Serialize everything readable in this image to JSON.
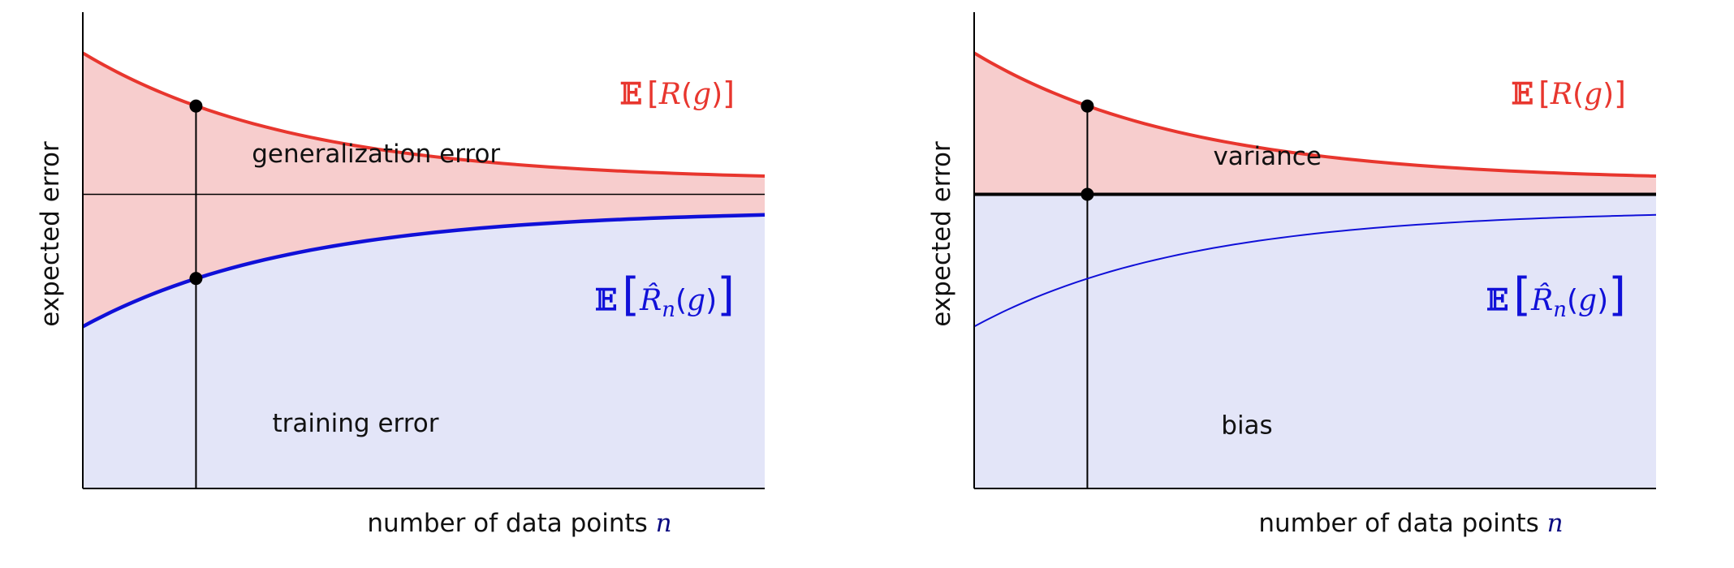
{
  "colors": {
    "test_line": "#e8362e",
    "test_fill": "#f7cdcd",
    "train_line": "#1010d8",
    "train_fill": "#e3e5f8",
    "axis": "#000000",
    "xlabel_var": "#0a0a80"
  },
  "chart_data": [
    {
      "type": "area",
      "ylabel": "expected error",
      "xlabel": "number of data points",
      "xlabel_var": "n",
      "xlim": [
        0,
        1
      ],
      "ylim": [
        0,
        1
      ],
      "grid": false,
      "series": [
        {
          "name": "E[R(g)]",
          "label_prefix": "𝔼",
          "label_fn": "R",
          "label_sub": "",
          "fill": "between",
          "x": [
            0,
            0.05,
            0.1,
            0.166,
            0.25,
            0.35,
            0.45,
            0.55,
            0.65,
            0.75,
            0.85,
            0.95,
            1.0
          ],
          "y": [
            0.955,
            0.905,
            0.865,
            0.865,
            0.81,
            0.775,
            0.75,
            0.73,
            0.715,
            0.705,
            0.695,
            0.69,
            0.685
          ]
        },
        {
          "name": "E[R̂n(g)]",
          "label_prefix": "𝔼",
          "label_fn": "R̂",
          "label_sub": "n",
          "fill": "below",
          "x": [
            0,
            0.05,
            0.1,
            0.166,
            0.25,
            0.35,
            0.45,
            0.55,
            0.65,
            0.75,
            0.85,
            0.95,
            1.0
          ],
          "y": [
            0.355,
            0.41,
            0.45,
            0.47,
            0.51,
            0.54,
            0.56,
            0.575,
            0.585,
            0.59,
            0.595,
            0.598,
            0.6
          ]
        }
      ],
      "vline_x": 0.166,
      "hline_y": 0.645,
      "markers": [
        {
          "x": 0.166,
          "y": 0.865
        },
        {
          "x": 0.166,
          "y": 0.47
        }
      ],
      "annotations": [
        {
          "text": "generalization error",
          "x": 0.43,
          "y": 0.715
        },
        {
          "text": "training error",
          "x": 0.4,
          "y": 0.125
        }
      ]
    },
    {
      "type": "area",
      "ylabel": "expected error",
      "xlabel": "number of data points",
      "xlabel_var": "n",
      "xlim": [
        0,
        1
      ],
      "ylim": [
        0,
        1
      ],
      "grid": false,
      "series": [
        {
          "name": "E[R(g)]",
          "label_prefix": "𝔼",
          "label_fn": "R",
          "label_sub": "",
          "fill": "to_hline",
          "x": [
            0,
            0.05,
            0.1,
            0.166,
            0.25,
            0.35,
            0.45,
            0.55,
            0.65,
            0.75,
            0.85,
            0.95,
            1.0
          ],
          "y": [
            0.955,
            0.905,
            0.865,
            0.865,
            0.81,
            0.775,
            0.75,
            0.73,
            0.715,
            0.705,
            0.695,
            0.69,
            0.685
          ]
        },
        {
          "name": "E[R̂n(g)]",
          "label_prefix": "𝔼",
          "label_fn": "R̂",
          "label_sub": "n",
          "fill": "none",
          "x": [
            0,
            0.05,
            0.1,
            0.166,
            0.25,
            0.35,
            0.45,
            0.55,
            0.65,
            0.75,
            0.85,
            0.95,
            1.0
          ],
          "y": [
            0.355,
            0.41,
            0.45,
            0.47,
            0.51,
            0.54,
            0.56,
            0.575,
            0.585,
            0.59,
            0.595,
            0.598,
            0.6
          ]
        }
      ],
      "vline_x": 0.166,
      "hline_y": 0.645,
      "markers": [
        {
          "x": 0.166,
          "y": 0.865
        },
        {
          "x": 0.166,
          "y": 0.645
        }
      ],
      "annotations": [
        {
          "text": "variance",
          "x": 0.43,
          "y": 0.71
        },
        {
          "text": "bias",
          "x": 0.4,
          "y": 0.12
        }
      ]
    }
  ]
}
